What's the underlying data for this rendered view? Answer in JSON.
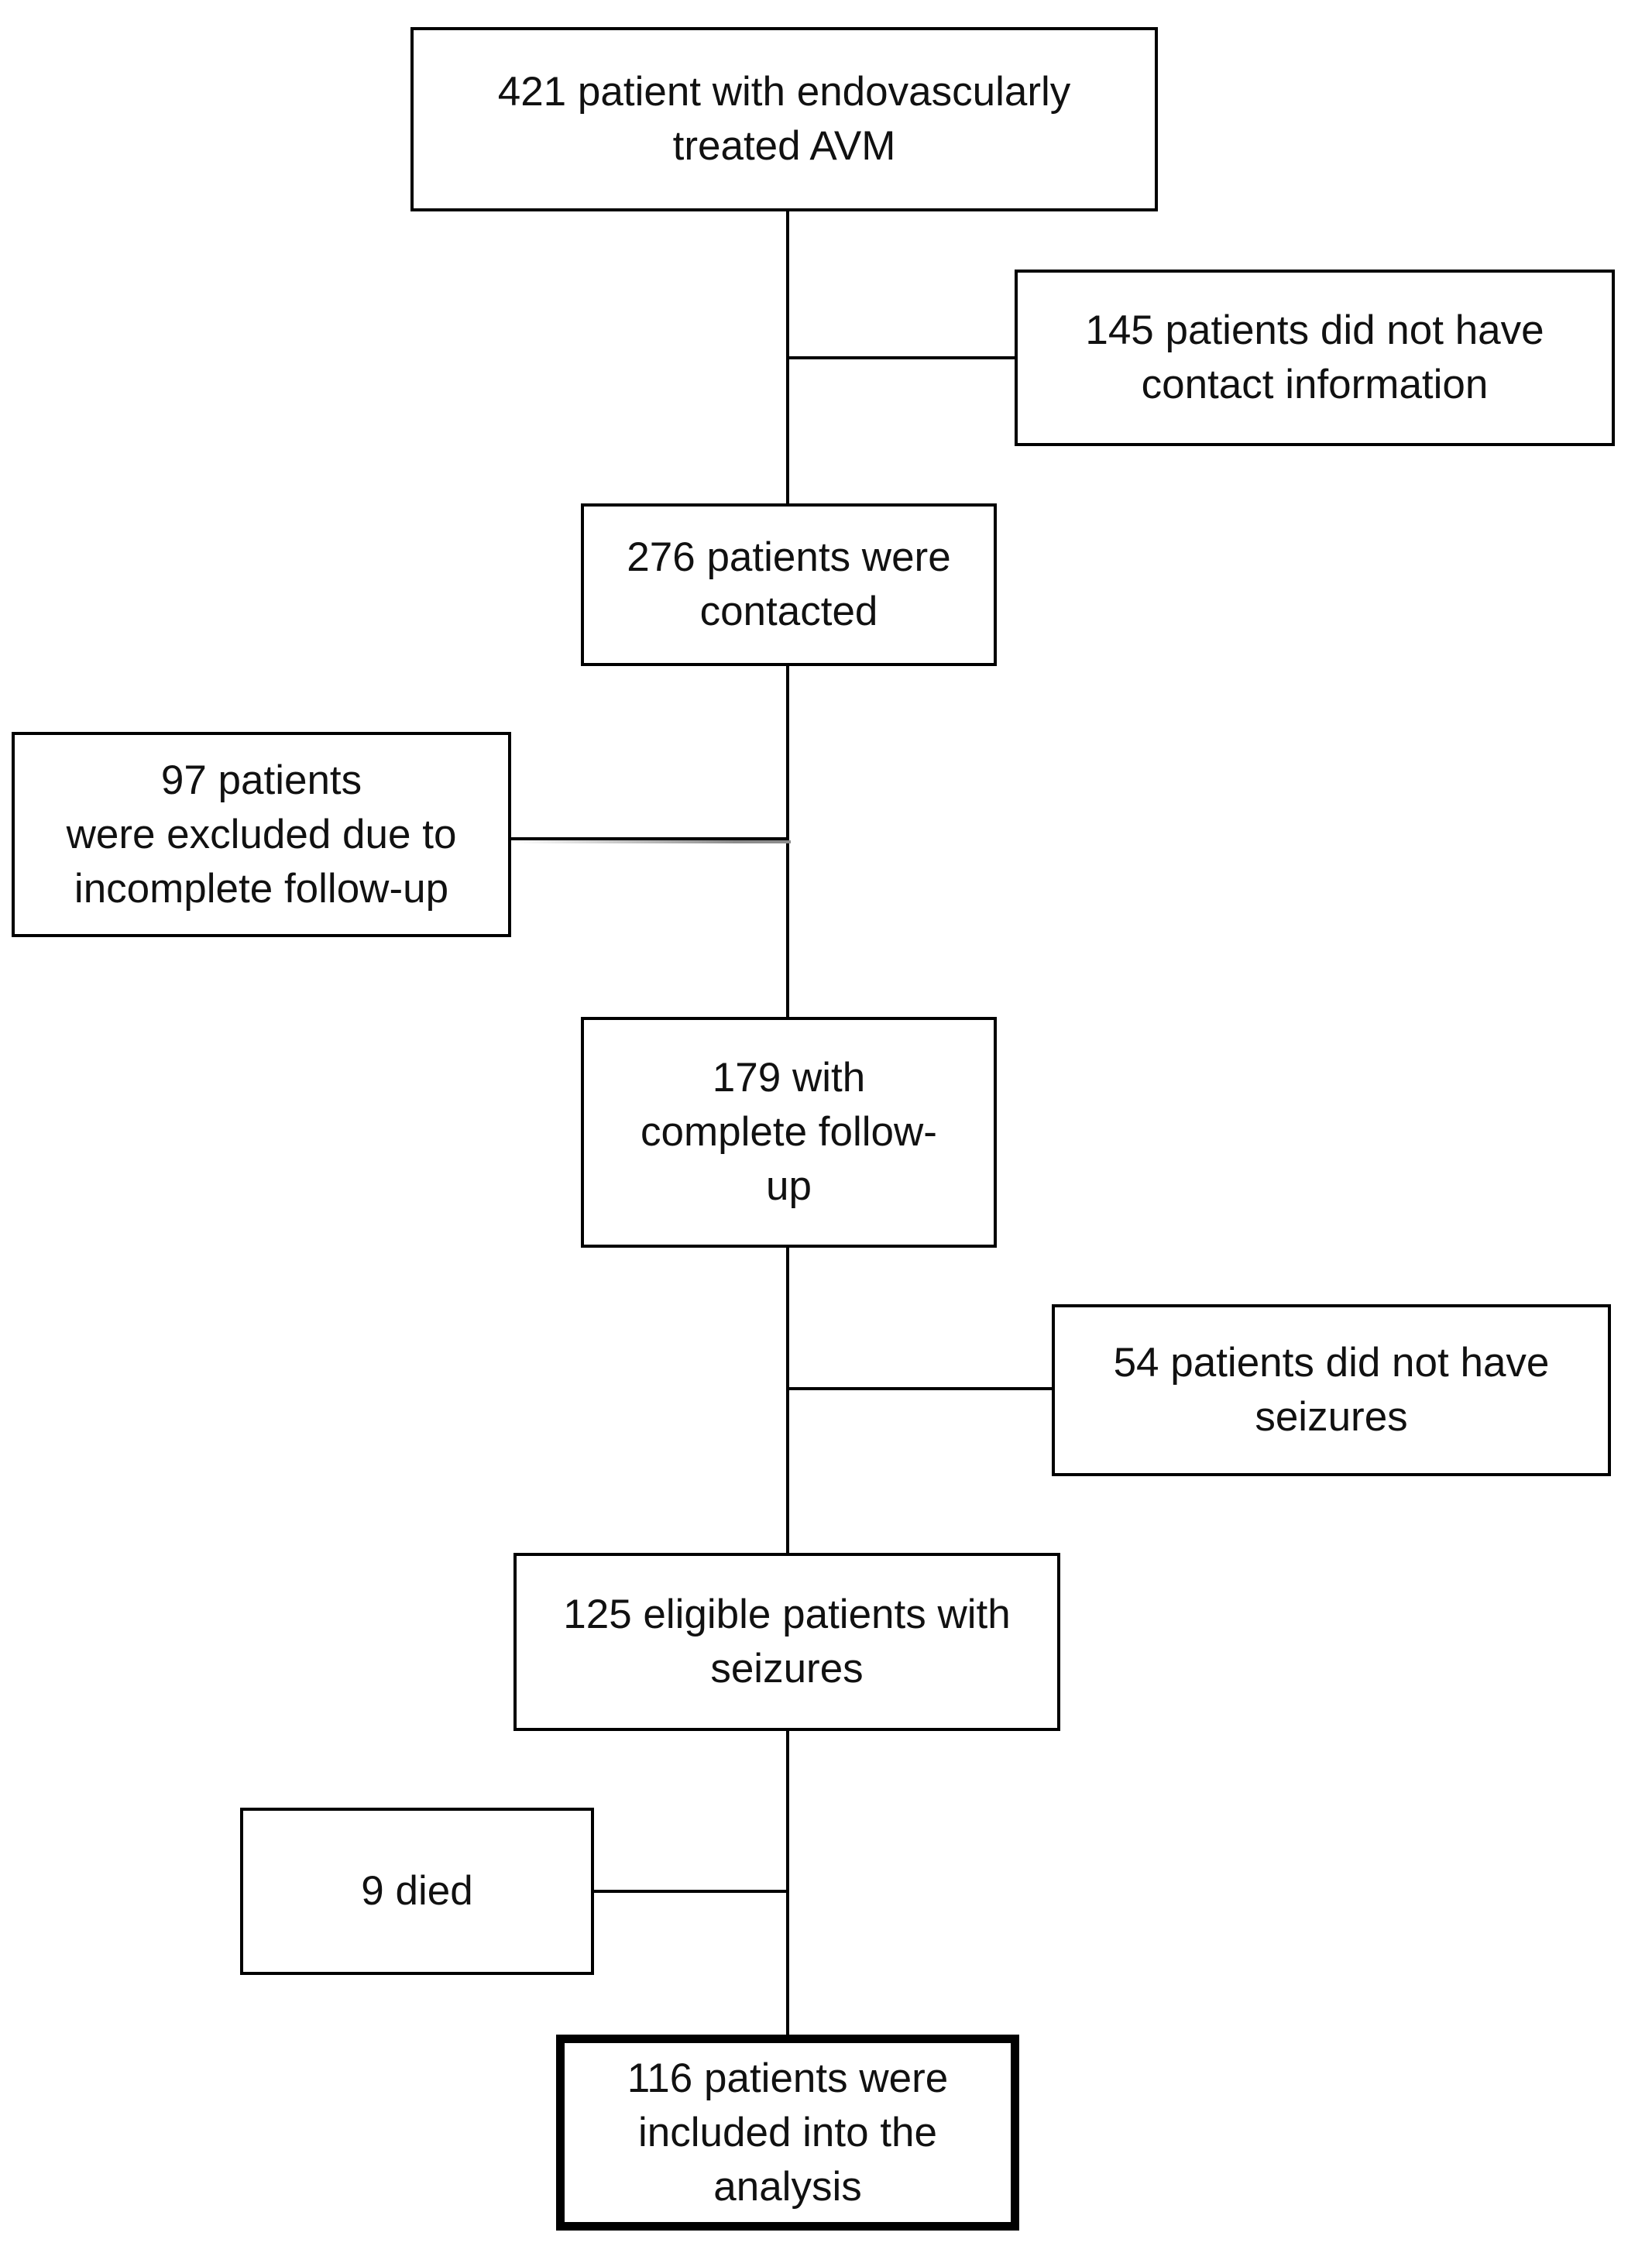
{
  "diagram": {
    "type": "flowchart",
    "background": "#ffffff",
    "colors": {
      "box_border": "#000000",
      "connector": "#000000",
      "connector_shadow": "#8c8c8c",
      "text": "#111111"
    },
    "nodes": [
      {
        "id": "treated-avm",
        "count": 421,
        "emphasized": false,
        "lines": [
          "421 patient with endovascularly",
          "treated AVM"
        ]
      },
      {
        "id": "no-contact-info",
        "count": 145,
        "emphasized": false,
        "lines": [
          "145 patients did not have",
          "contact information"
        ]
      },
      {
        "id": "contacted",
        "count": 276,
        "emphasized": false,
        "lines": [
          "276 patients were",
          "contacted"
        ]
      },
      {
        "id": "excluded-followup",
        "count": 97,
        "emphasized": false,
        "lines": [
          "97 patients",
          "were excluded due to",
          "incomplete follow-up"
        ]
      },
      {
        "id": "complete-followup",
        "count": 179,
        "emphasized": false,
        "lines": [
          "179 with",
          "complete follow-",
          "up"
        ]
      },
      {
        "id": "no-seizures",
        "count": 54,
        "emphasized": false,
        "lines": [
          "54 patients did not have",
          "seizures"
        ]
      },
      {
        "id": "eligible-seizures",
        "count": 125,
        "emphasized": false,
        "lines": [
          "125 eligible patients with",
          "seizures"
        ]
      },
      {
        "id": "died",
        "count": 9,
        "emphasized": false,
        "lines": [
          "9 died"
        ]
      },
      {
        "id": "included-analysis",
        "count": 116,
        "emphasized": true,
        "lines": [
          "116 patients were",
          "included into the",
          "analysis"
        ]
      }
    ]
  }
}
